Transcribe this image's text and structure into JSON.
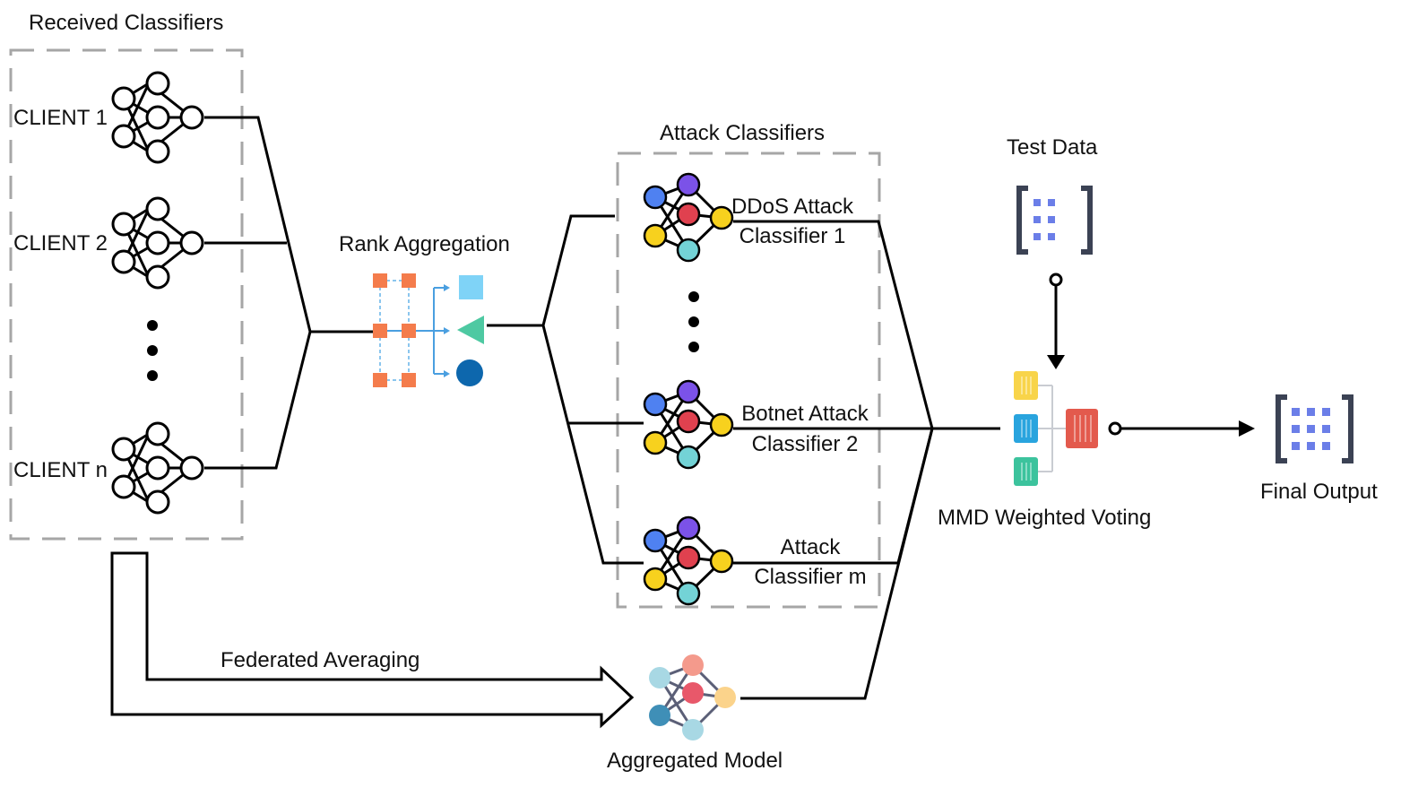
{
  "received": {
    "title": "Received Classifiers",
    "clients": [
      "CLIENT 1",
      "CLIENT 2",
      "CLIENT n"
    ]
  },
  "rank_aggregation": {
    "label": "Rank Aggregation"
  },
  "attack": {
    "title": "Attack  Classifiers",
    "classifiers": [
      {
        "line1": "DDoS Attack",
        "line2": "Classifier 1"
      },
      {
        "line1": "Botnet Attack",
        "line2": "Classifier 2"
      },
      {
        "line1": "Attack",
        "line2": "Classifier m"
      }
    ]
  },
  "test_data": {
    "label": "Test Data"
  },
  "voting": {
    "label": "MMD Weighted Voting"
  },
  "final_output": {
    "label": "Final Output"
  },
  "fed_avg": {
    "label": "Federated Averaging"
  },
  "aggregated_model": {
    "label": "Aggregated Model"
  },
  "colors": {
    "dash_border": "#a6a6a6",
    "node_blue": "#4f81f1",
    "node_purple": "#7b52e8",
    "node_red": "#e0414f",
    "node_yellow": "#f7d11e",
    "node_cyan": "#73d3d6",
    "rank_orange": "#f47c4c",
    "rank_square": "#7fd3f7",
    "rank_triangle": "#4ec9a2",
    "rank_circle": "#0d67ad",
    "vote_yellow": "#f8d44a",
    "vote_blue": "#29a4de",
    "vote_green": "#3cc39d",
    "vote_red": "#e35a4d",
    "output_bracket": "#3b4254",
    "output_cells": "#6b7ee8"
  }
}
